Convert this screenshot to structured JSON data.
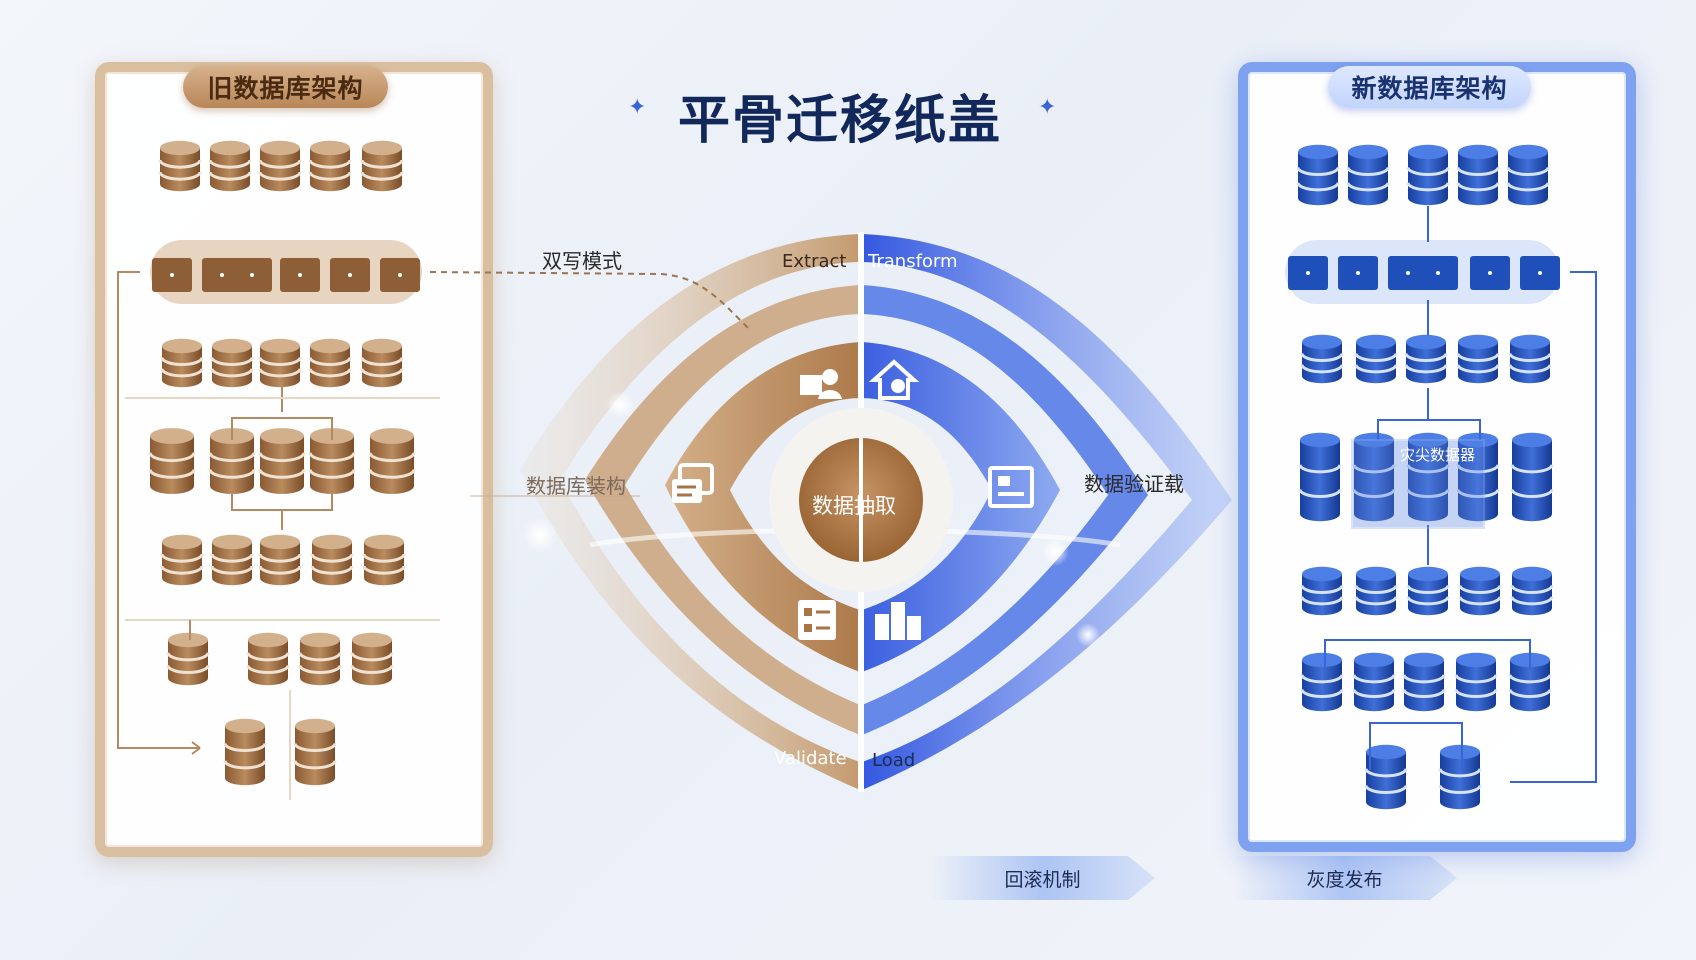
{
  "title": "平骨迁移纸盖",
  "old_panel": {
    "title": "旧数据库架构"
  },
  "new_panel": {
    "title": "新数据库架构",
    "cluster_label": "灾尖数据器"
  },
  "labels": {
    "dual_write": "双写模式",
    "schema": "数据库装构",
    "verify_load": "数据验证载",
    "core": "数据抽取"
  },
  "phases": {
    "extract": "Extract",
    "transform": "Transform",
    "validate": "Validate",
    "load": "Load"
  },
  "bottom_tabs": {
    "rollback": "回滚机制",
    "gray_release": "灰度发布"
  },
  "colors": {
    "old_accent": "#a97446",
    "old_light": "#d9bfa0",
    "new_accent": "#1f4fb8",
    "new_light": "#7ea2ef",
    "title_color": "#13285a"
  },
  "icons": [
    "people-icon",
    "home-gear-icon",
    "document-icon",
    "dashboard-icon",
    "checklist-icon",
    "building-icon",
    "star-icon"
  ]
}
